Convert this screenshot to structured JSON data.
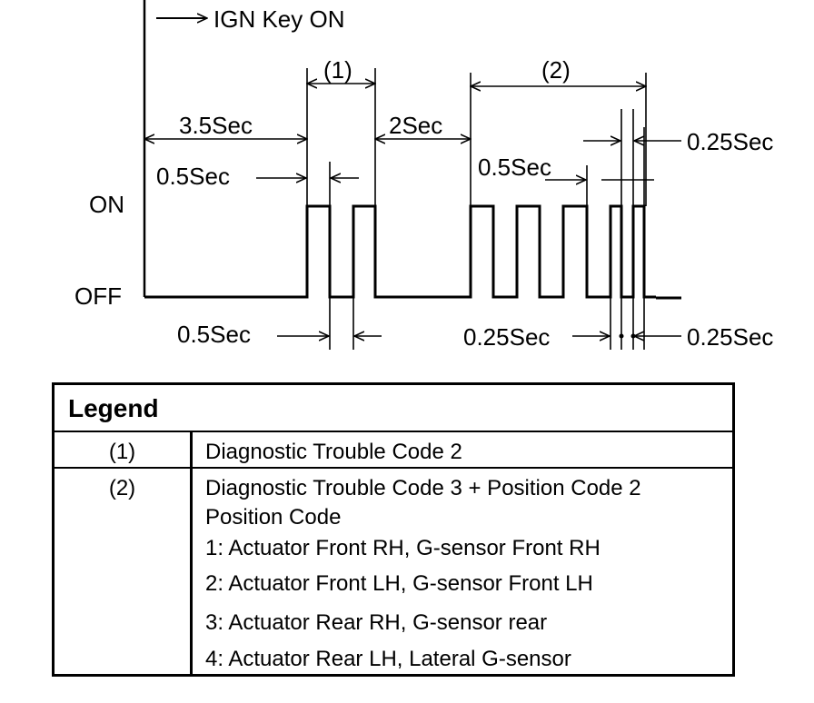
{
  "diagram": {
    "ign_key_label": "IGN Key ON",
    "level_on": "ON",
    "level_off": "OFF",
    "duration_3_5": "3.5Sec",
    "duration_2": "2Sec",
    "duration_0_5_top_left": "0.5Sec",
    "duration_0_5_bottom_left": "0.5Sec",
    "duration_0_5_top_right": "0.5Sec",
    "duration_0_25_top_right": "0.25Sec",
    "duration_0_25_bottom_mid": "0.25Sec",
    "duration_0_25_bottom_right": "0.25Sec",
    "marker_1": "(1)",
    "marker_2": "(2)"
  },
  "legend": {
    "title": "Legend",
    "rows": [
      {
        "code": "(1)",
        "lines": [
          "Diagnostic Trouble Code 2"
        ]
      },
      {
        "code": "(2)",
        "lines": [
          "Diagnostic Trouble Code 3 + Position Code 2",
          "Position Code",
          "1: Actuator Front RH, G-sensor Front RH",
          "2: Actuator Front LH, G-sensor Front LH",
          "3: Actuator Rear RH, G-sensor rear",
          "4: Actuator Rear LH, Lateral G-sensor"
        ]
      }
    ]
  }
}
